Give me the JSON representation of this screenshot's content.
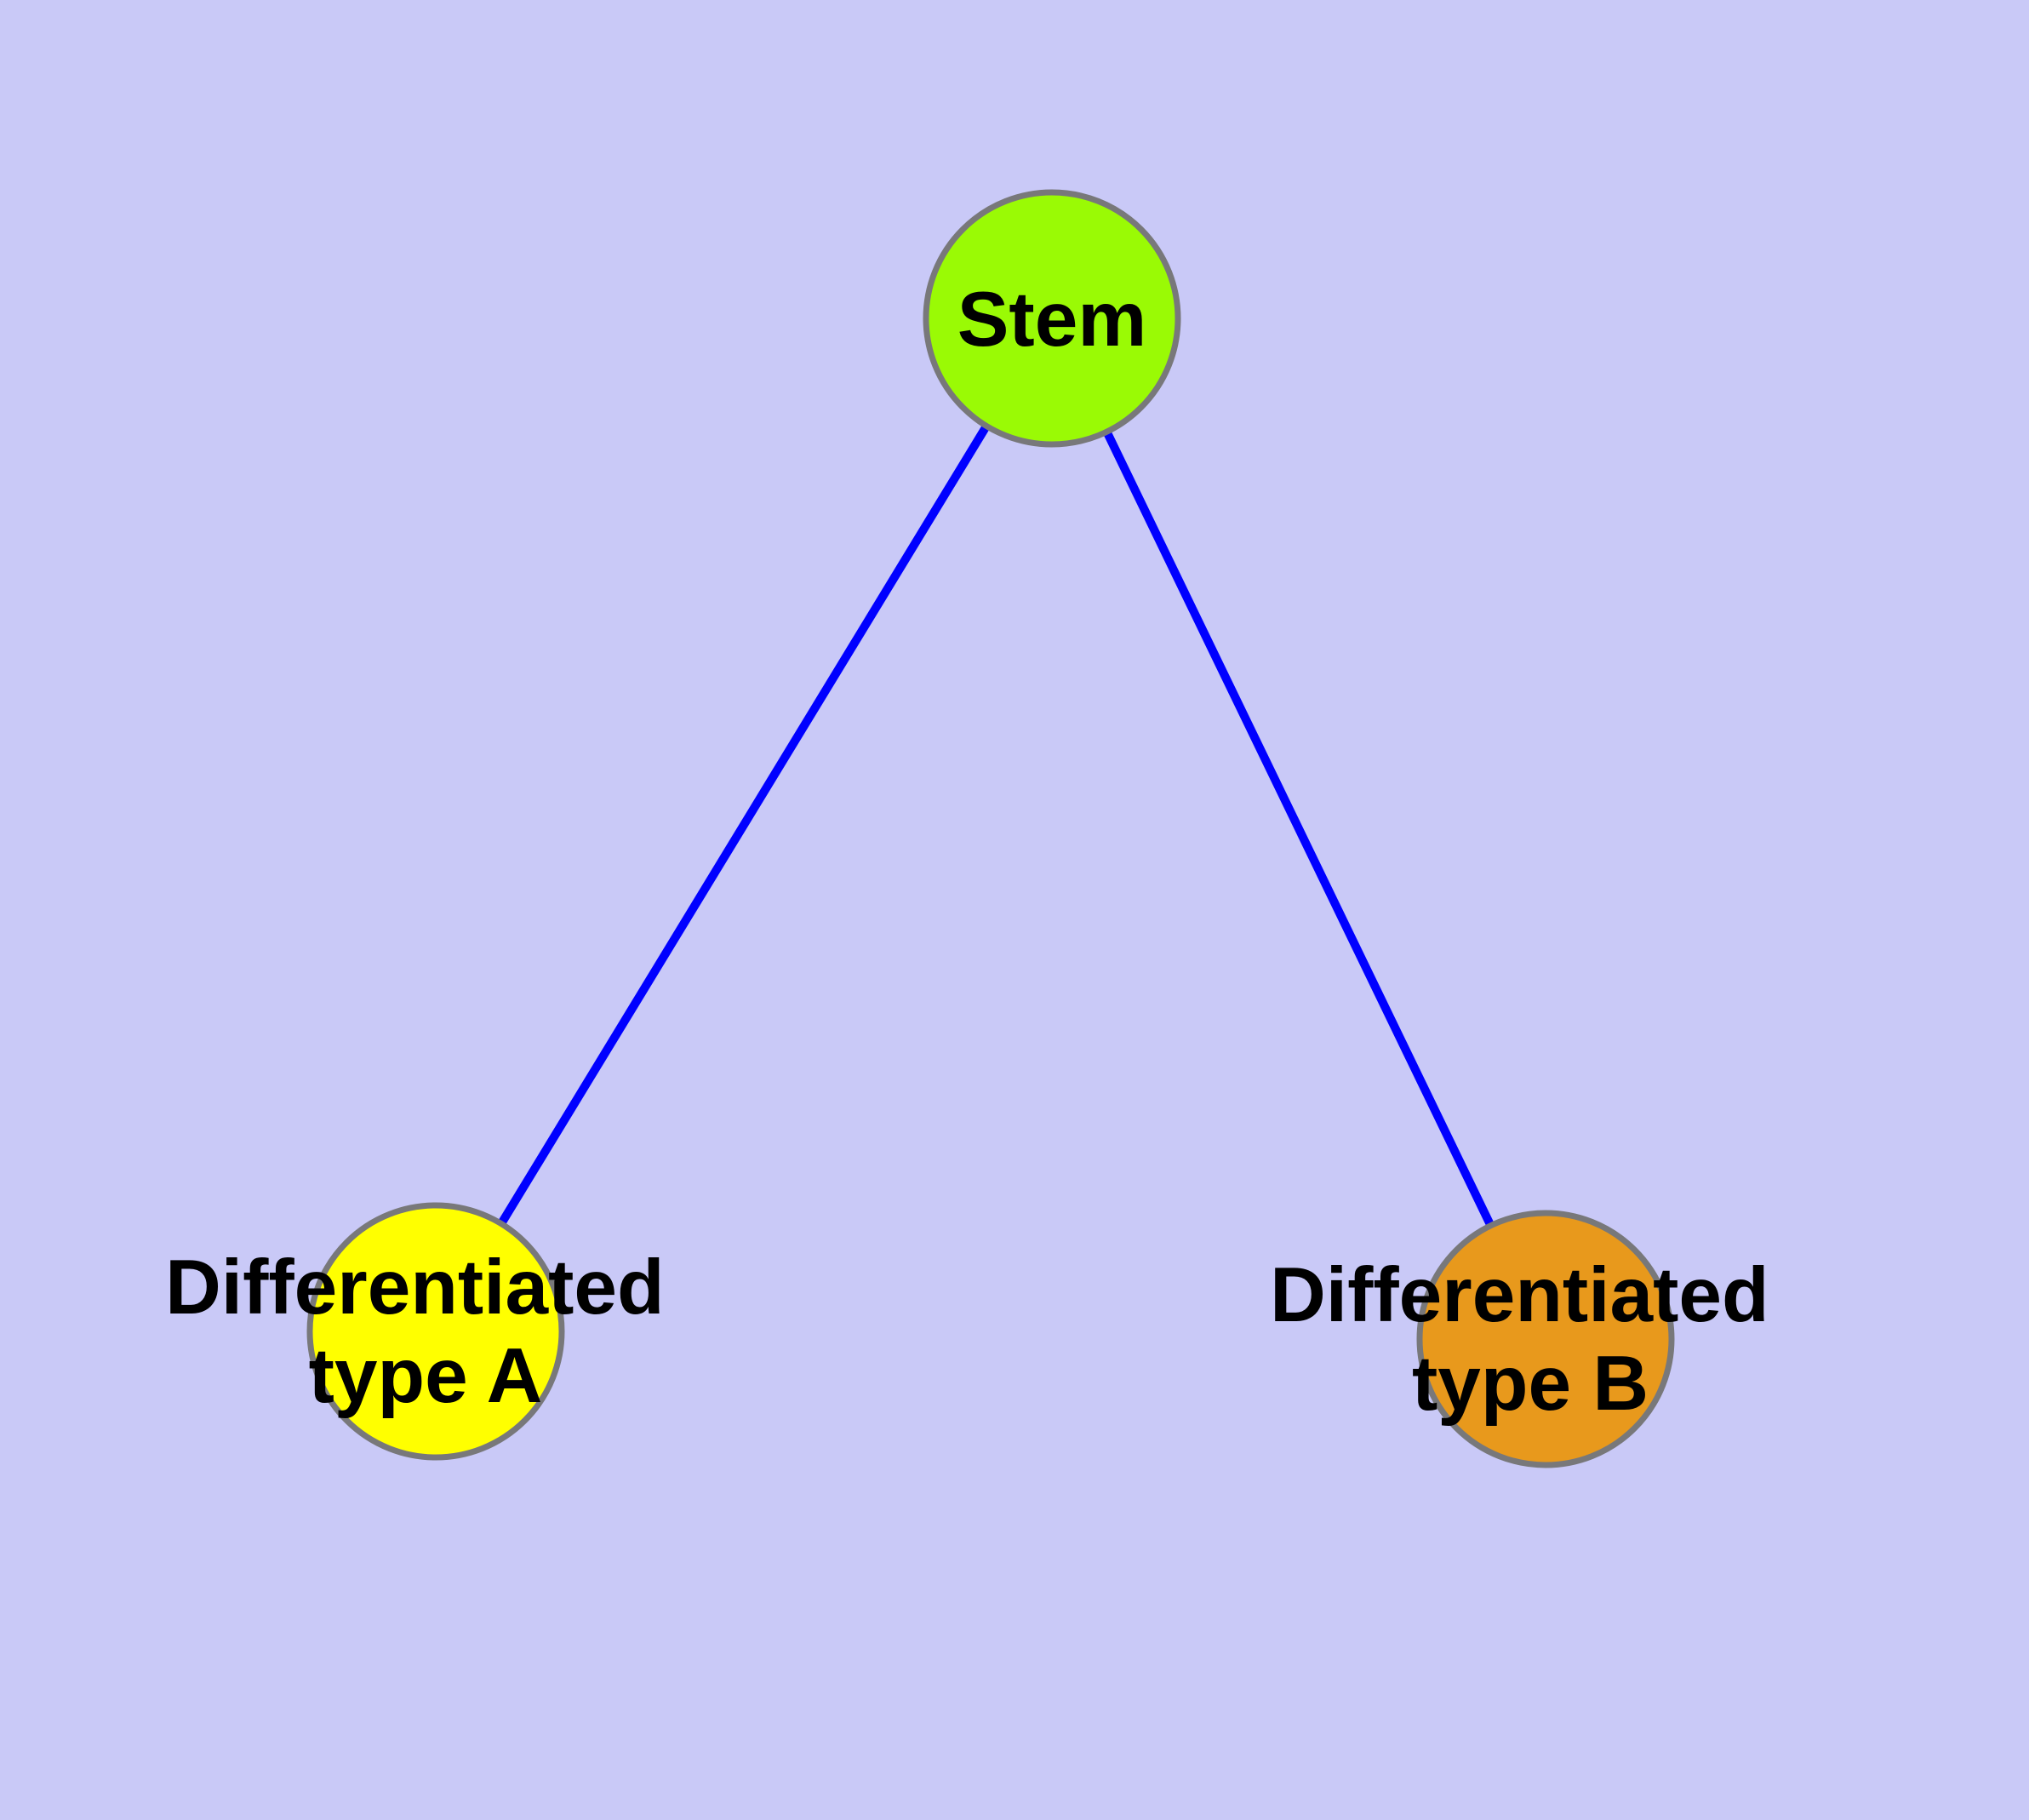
{
  "diagram": {
    "type": "node-link-graph",
    "background_color": "#C9C9F7",
    "edge_color": "#0000FF",
    "node_border_color": "#78787A",
    "label_color": "#000000",
    "nodes": {
      "stem": {
        "label": "Stem",
        "color": "#9AFA05"
      },
      "type_a": {
        "label": "Differentiated type A",
        "label_line1": "Differentiated",
        "label_line2": "type A",
        "color": "#FFFF00"
      },
      "type_b": {
        "label": "Differentiated type B",
        "label_line1": "Differentiated",
        "label_line2": "type B",
        "color": "#E8991C"
      }
    },
    "edges": [
      {
        "from": "Stem",
        "to": "Differentiated type A"
      },
      {
        "from": "Stem",
        "to": "Differentiated type B"
      }
    ]
  }
}
